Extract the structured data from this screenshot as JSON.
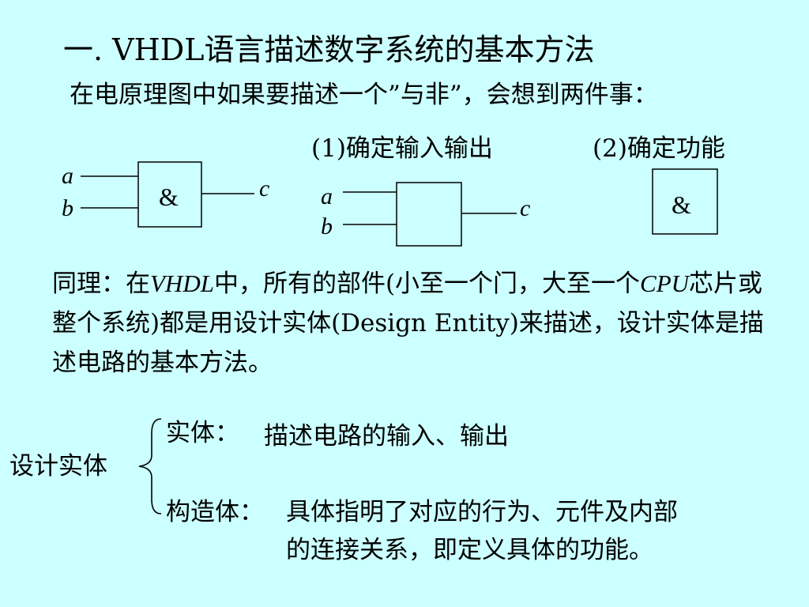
{
  "title": "一.   VHDL语言描述数字系统的基本方法",
  "intro": "在电原理图中如果要描述一个”与非”，会想到两件事：",
  "steps": {
    "step1": "(1)确定输入输出",
    "step2": "(2)确定功能"
  },
  "gate1": {
    "in_a": "a",
    "in_b": "b",
    "out": "c",
    "symbol": "&"
  },
  "gate2": {
    "in_a": "a",
    "in_b": "b",
    "out": "c"
  },
  "gate3": {
    "symbol": "&"
  },
  "paragraph": {
    "p1": "同理：在",
    "vhdl": "VHDL",
    "p2": "中，所有的部件(小至一个门，大至一个",
    "cpu": "CPU",
    "p3": "芯片或整个系统)都是用设计实体(Design Entity)来描述，设计实体是描述电路的基本方法。"
  },
  "structure": {
    "root": "设计实体",
    "entity_label": "实体：",
    "entity_desc": "描述电路的输入、输出",
    "arch_label": "构造体：",
    "arch_desc_line1": "具体指明了对应的行为、元件及内部",
    "arch_desc_line2": "的连接关系，即定义具体的功能。"
  }
}
